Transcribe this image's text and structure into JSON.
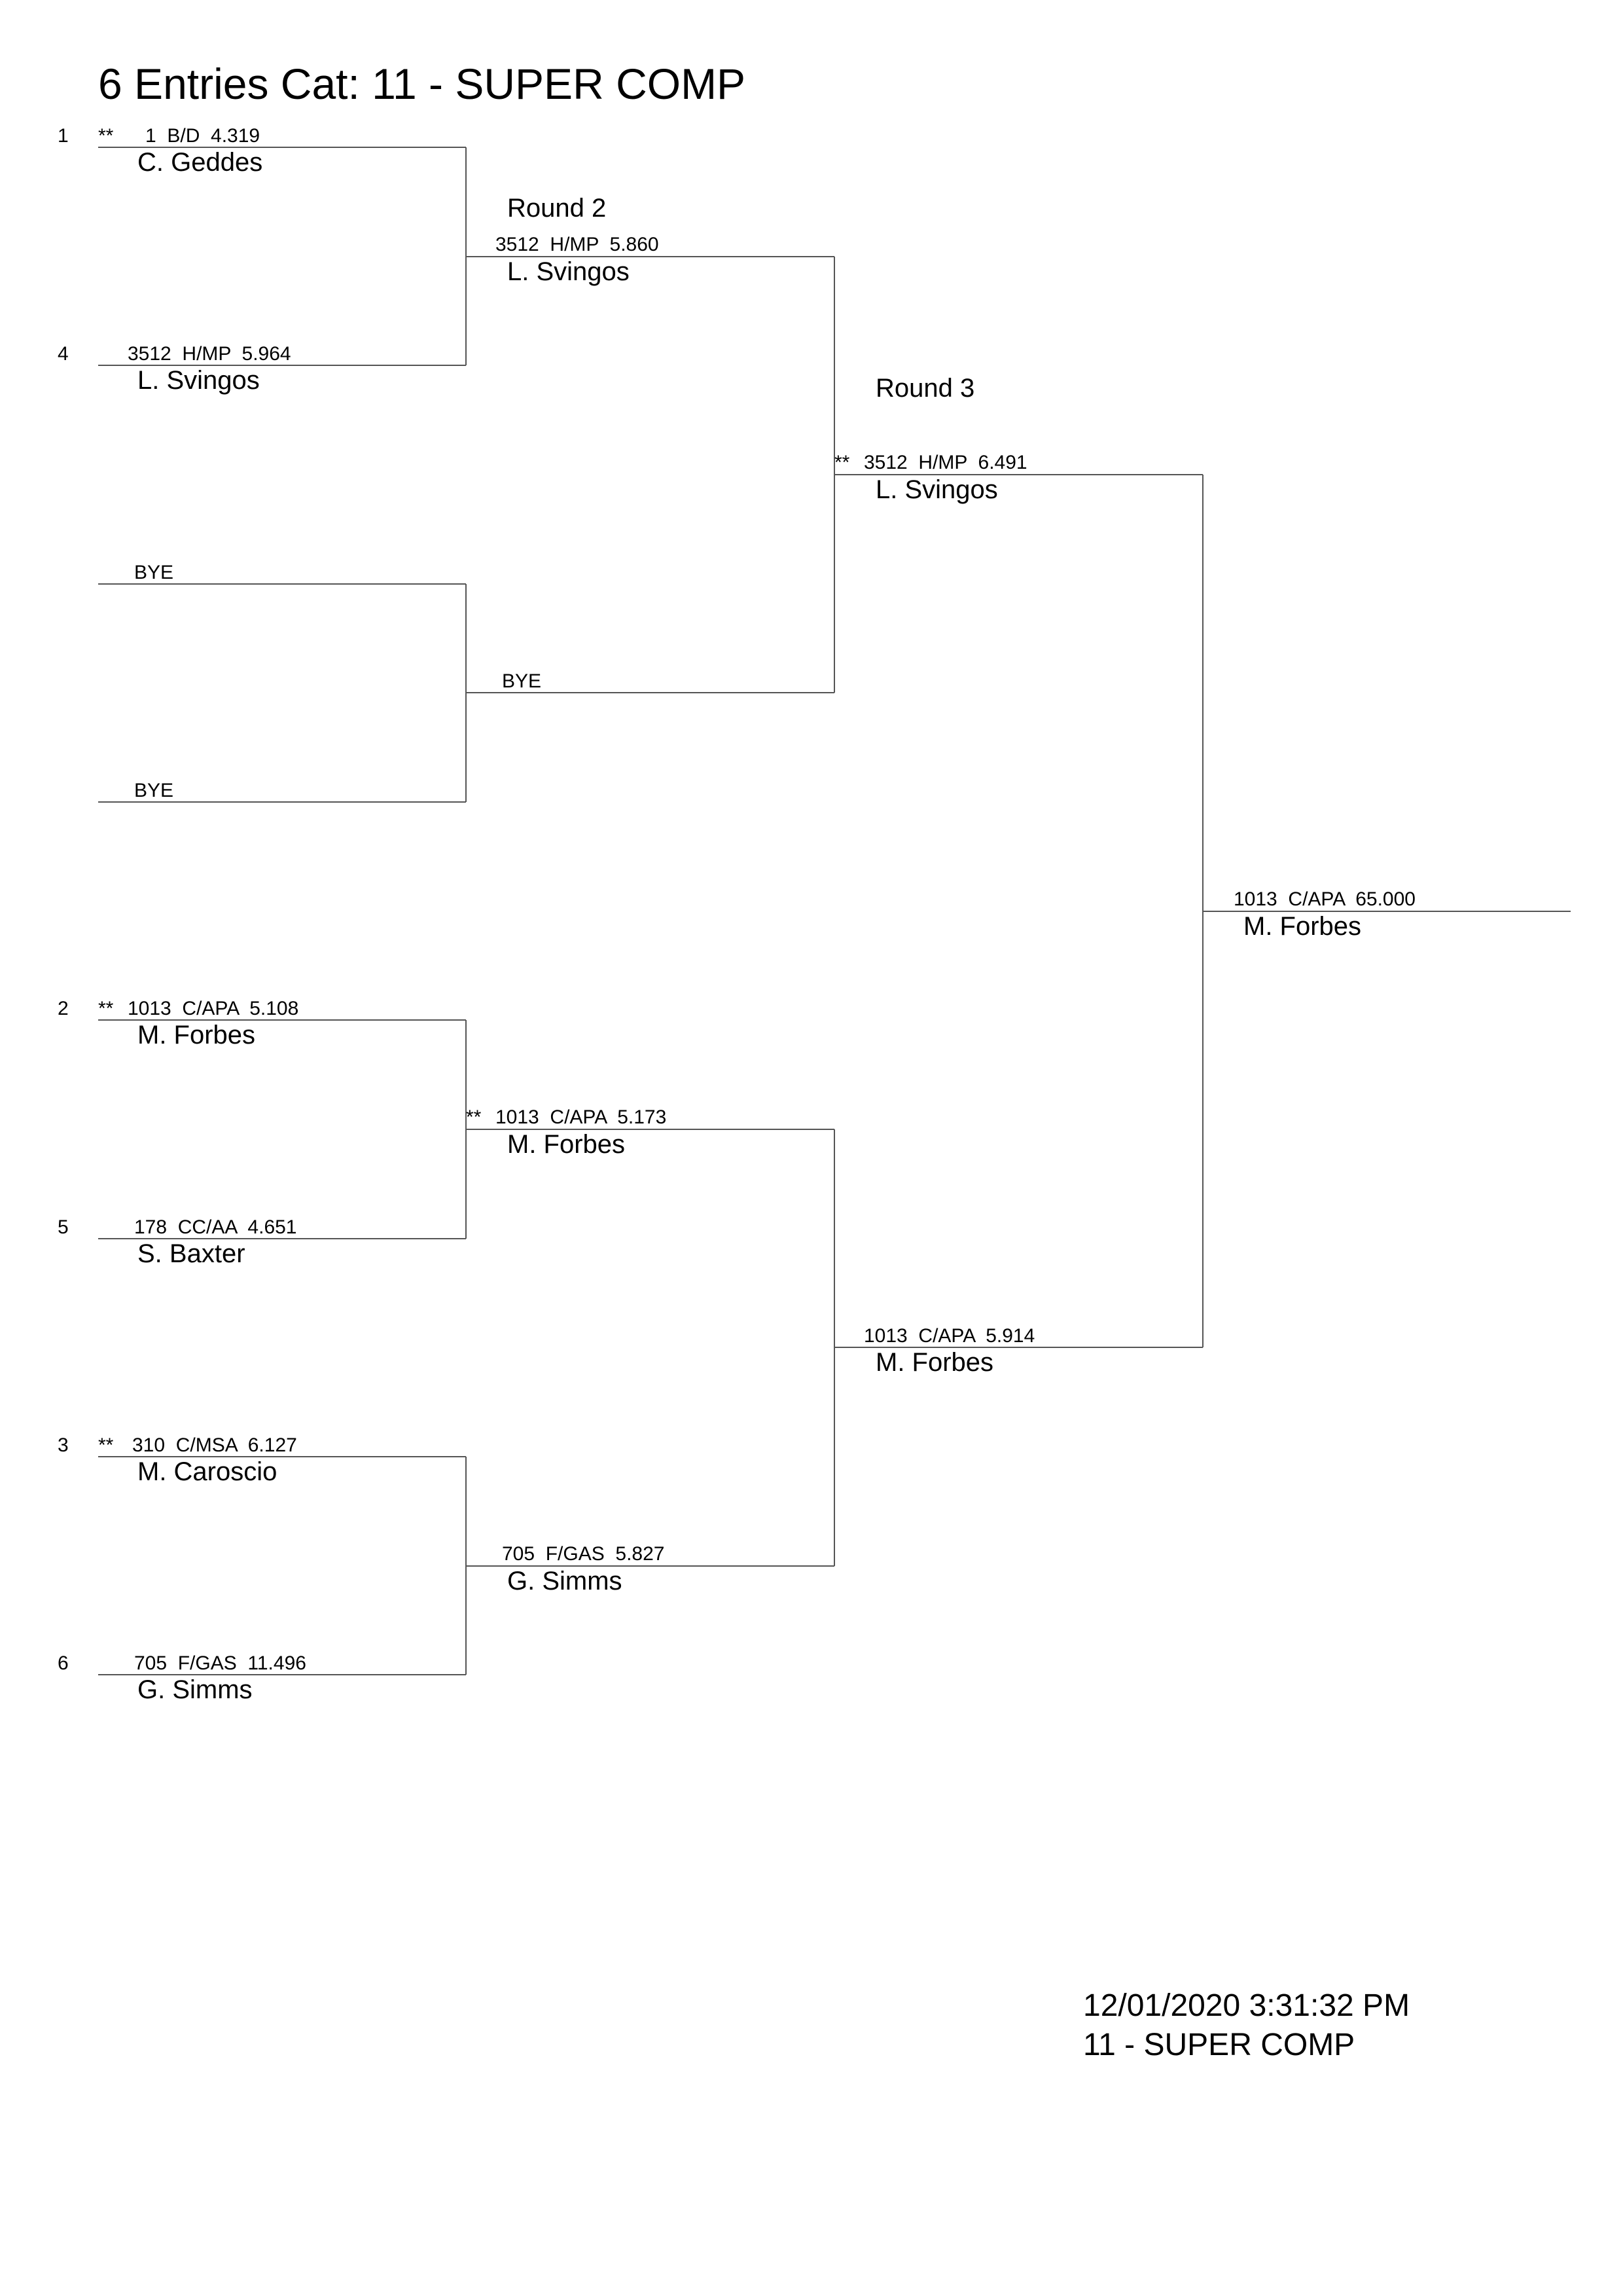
{
  "header": {
    "title": "6 Entries Cat: 11 - SUPER COMP"
  },
  "round1": [
    {
      "seed": "1",
      "mark": "**",
      "line": "1  B/D  4.319",
      "name": "C. Geddes"
    },
    {
      "seed": "4",
      "mark": "",
      "line": "3512  H/MP  5.964",
      "name": "L. Svingos"
    },
    {
      "seed": "",
      "mark": "",
      "line": "BYE",
      "name": ""
    },
    {
      "seed": "",
      "mark": "",
      "line": "BYE",
      "name": ""
    },
    {
      "seed": "2",
      "mark": "**",
      "line": "1013  C/APA  5.108",
      "name": "M. Forbes"
    },
    {
      "seed": "5",
      "mark": "",
      "line": "178  CC/AA  4.651",
      "name": "S. Baxter"
    },
    {
      "seed": "3",
      "mark": "**",
      "line": "310  C/MSA  6.127",
      "name": "M. Caroscio"
    },
    {
      "seed": "6",
      "mark": "",
      "line": "705  F/GAS  11.496",
      "name": "G. Simms"
    }
  ],
  "round2": {
    "label": "Round 2",
    "entries": [
      {
        "mark": "",
        "line": "3512  H/MP  5.860",
        "name": "L. Svingos"
      },
      {
        "mark": "",
        "line": "BYE",
        "name": ""
      },
      {
        "mark": "**",
        "line": "1013  C/APA  5.173",
        "name": "M. Forbes"
      },
      {
        "mark": "",
        "line": "705  F/GAS  5.827",
        "name": "G. Simms"
      }
    ]
  },
  "round3": {
    "label": "Round 3",
    "entries": [
      {
        "mark": "**",
        "line": "3512  H/MP  6.491",
        "name": "L. Svingos"
      },
      {
        "mark": "",
        "line": "1013  C/APA  5.914",
        "name": "M. Forbes"
      }
    ]
  },
  "final": {
    "line": "1013  C/APA  65.000",
    "name": "M. Forbes"
  },
  "footer": {
    "timestamp": "12/01/2020 3:31:32 PM",
    "category": "11 - SUPER COMP"
  }
}
